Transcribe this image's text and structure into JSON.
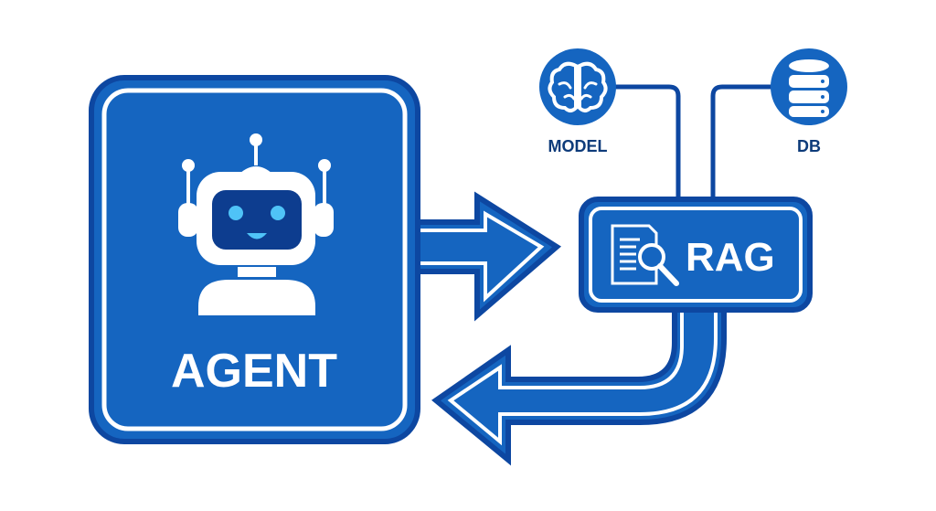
{
  "agent": {
    "label": "AGENT"
  },
  "rag": {
    "label": "RAG"
  },
  "model": {
    "label": "MODEL"
  },
  "db": {
    "label": "DB"
  },
  "colors": {
    "primary": "#1565c0",
    "dark": "#0d47a1",
    "navy": "#0d3b7a",
    "eye": "#4fc3f7",
    "screen": "#0d3d8f"
  }
}
